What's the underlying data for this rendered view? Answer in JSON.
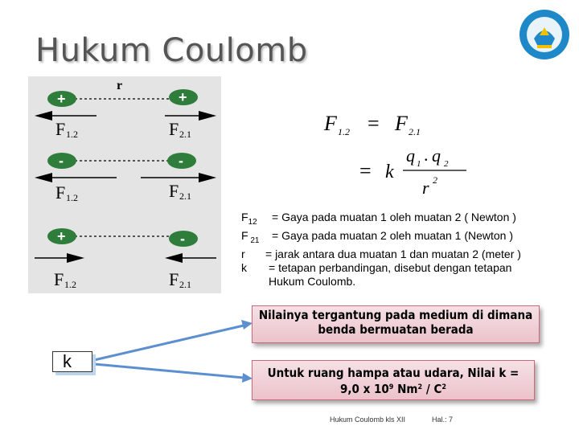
{
  "title": "Hukum Coulomb",
  "diagram": {
    "r_label": "r",
    "rows": [
      {
        "left_charge": "+",
        "right_charge": "+",
        "left_force": "F",
        "left_sub": "1.2",
        "right_force": "F",
        "right_sub": "2.1"
      },
      {
        "left_charge": "-",
        "right_charge": "-",
        "left_force": "F",
        "left_sub": "1.2",
        "right_force": "F",
        "right_sub": "2.1"
      },
      {
        "left_charge": "+",
        "right_charge": "-",
        "left_force": "F",
        "left_sub": "1.2",
        "right_force": "F",
        "right_sub": "2.1"
      }
    ]
  },
  "formula": {
    "line1_left": "F",
    "line1_left_sub": "1.2",
    "eq": "=",
    "line1_right": "F",
    "line1_right_sub": "2.1",
    "k": "k",
    "q": "q",
    "q1_sub": "1",
    "dot": ".",
    "q2_sub": "2",
    "r": "r",
    "r_exp": "2"
  },
  "definitions": [
    {
      "sym": "F",
      "sub": "12",
      "text": "= Gaya pada muatan 1 oleh muatan 2 ( Newton )"
    },
    {
      "sym": "F",
      "sub": " 21",
      "text": "= Gaya pada muatan 2 oleh muatan 1 (Newton )"
    },
    {
      "sym": "r",
      "sub": "",
      "text": "= jarak antara dua muatan 1 dan muatan 2 (meter )"
    },
    {
      "sym": "k",
      "sub": "",
      "text": "= tetapan perbandingan, disebut dengan tetapan Hukum Coulomb."
    }
  ],
  "notes": {
    "note1": "Nilainya tergantung pada medium di dimana benda bermuatan berada",
    "note2_a": "Untuk ruang hampa atau udara, Nilai k =",
    "note2_b1": "9,0 x 10",
    "note2_exp1": "9",
    "note2_b2": " Nm",
    "note2_exp2": "2",
    "note2_b3": " / C",
    "note2_exp3": "2"
  },
  "k_box": "k",
  "footer": {
    "left": "Hukum Coulomb kls XII",
    "right": "Hal.: 7"
  },
  "colors": {
    "arrow": "#5b8fd0",
    "note_border": "#c86a7a",
    "diagram_bg": "#e4e4e4"
  },
  "logo_icon": "tut-wuri-handayani-logo"
}
